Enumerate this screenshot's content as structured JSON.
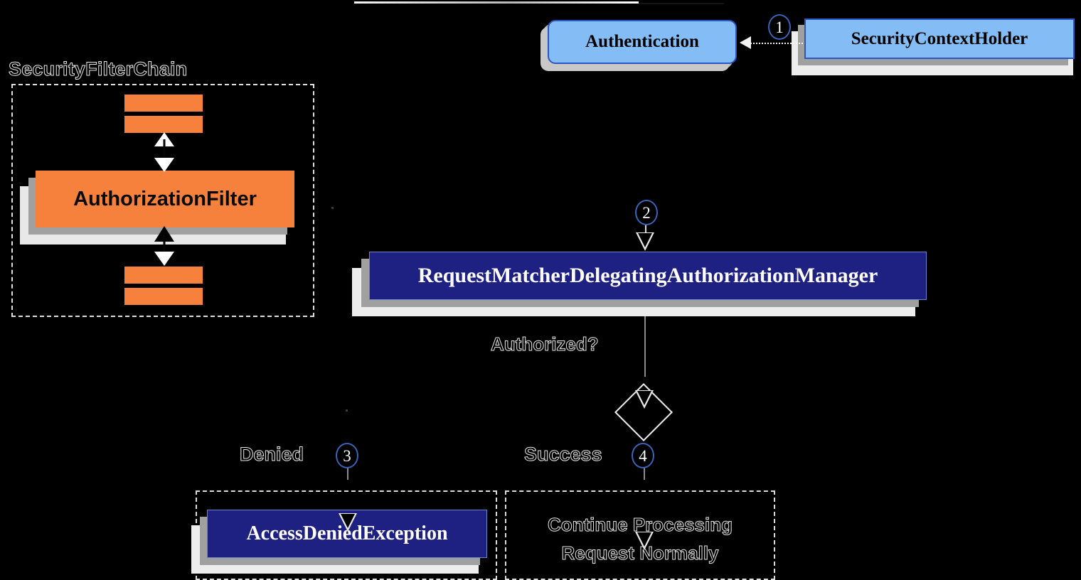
{
  "diagram": {
    "title": "Spring Security Authorization Filter Flow",
    "background": "#000000",
    "colors": {
      "node_blue": "#84bdf5",
      "node_blue_border": "#2a56c6",
      "node_orange": "#f5813c",
      "node_navy": "#1f2182",
      "shadow_gray": "#a0a0a0",
      "shadow_light": "#ededed",
      "outline_white": "#e8e8e8",
      "step_circle_border": "#3b63b8"
    }
  },
  "nodes": {
    "authentication": {
      "label": "Authentication"
    },
    "security_context_holder": {
      "label": "SecurityContextHolder"
    },
    "security_filter_chain": {
      "label": "SecurityFilterChain"
    },
    "authorization_filter": {
      "label": "AuthorizationFilter"
    },
    "authorization_manager": {
      "label": "RequestMatcherDelegatingAuthorizationManager"
    },
    "access_denied_exception": {
      "label": "AccessDeniedException"
    },
    "continue_processing": {
      "line1": "Continue Processing",
      "line2": "Request Normally"
    }
  },
  "edges": {
    "authorized_question": "Authorized?",
    "denied": "Denied",
    "success": "Success"
  },
  "steps": {
    "one": "1",
    "two": "2",
    "three": "3",
    "four": "4"
  }
}
